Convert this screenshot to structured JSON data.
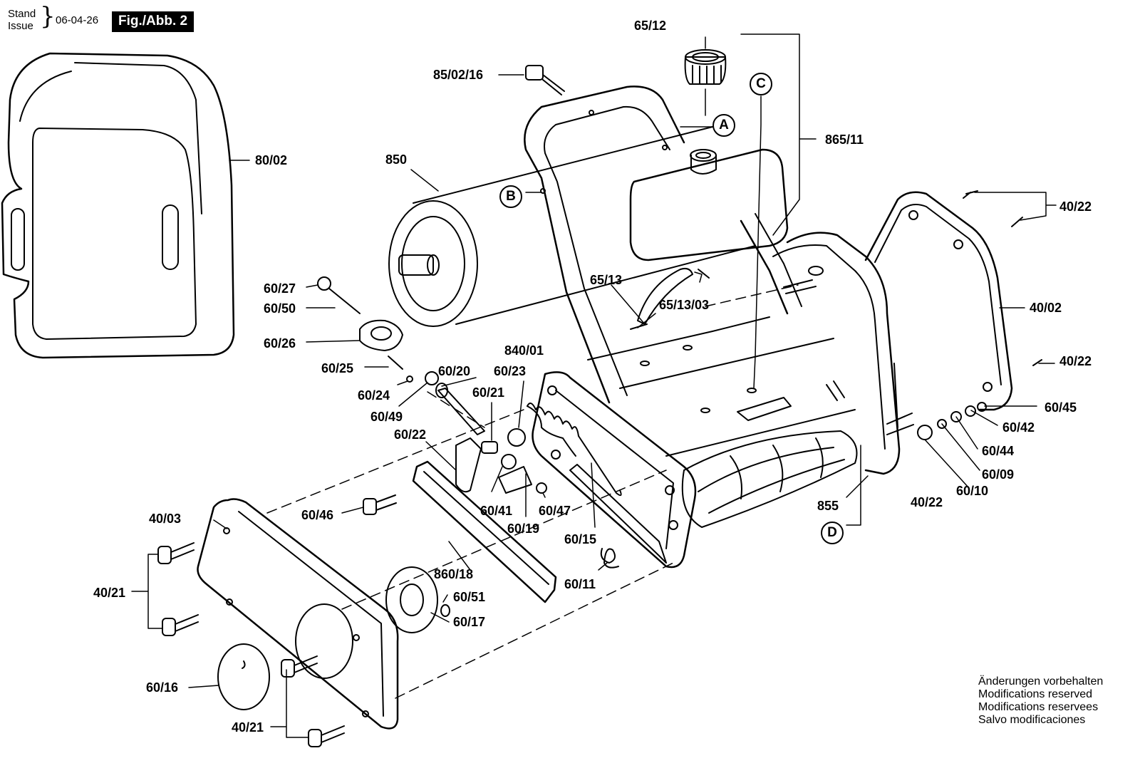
{
  "header": {
    "stand": "Stand",
    "issue": "Issue",
    "date": "06-04-26",
    "figure": "Fig./Abb. 2"
  },
  "parts": {
    "p80_02": "80/02",
    "p65_12": "65/12",
    "p85_02_16": "85/02/16",
    "p850": "850",
    "p865_11": "865/11",
    "p40_22_a": "40/22",
    "p40_02": "40/02",
    "p40_22_b": "40/22",
    "p60_45": "60/45",
    "p60_42": "60/42",
    "p60_44": "60/44",
    "p60_09": "60/09",
    "p60_10": "60/10",
    "p40_22_c": "40/22",
    "p855": "855",
    "p65_13": "65/13",
    "p65_13_03": "65/13/03",
    "p60_27": "60/27",
    "p60_50": "60/50",
    "p60_26": "60/26",
    "p60_25": "60/25",
    "p60_24": "60/24",
    "p60_49": "60/49",
    "p60_20": "60/20",
    "p60_23": "60/23",
    "p840_01": "840/01",
    "p60_21": "60/21",
    "p60_22": "60/22",
    "p60_41": "60/41",
    "p60_19": "60/19",
    "p60_47": "60/47",
    "p60_15": "60/15",
    "p60_11": "60/11",
    "p60_46": "60/46",
    "p40_03": "40/03",
    "p40_21_a": "40/21",
    "p860_18": "860/18",
    "p60_51": "60/51",
    "p60_17": "60/17",
    "p60_16": "60/16",
    "p40_21_b": "40/21"
  },
  "callouts": {
    "a": "A",
    "b": "B",
    "c": "C",
    "d": "D"
  },
  "notes": {
    "de": "Änderungen vorbehalten",
    "en": "Modifications reserved",
    "fr": "Modifications reservees",
    "es": "Salvo modificaciones"
  }
}
